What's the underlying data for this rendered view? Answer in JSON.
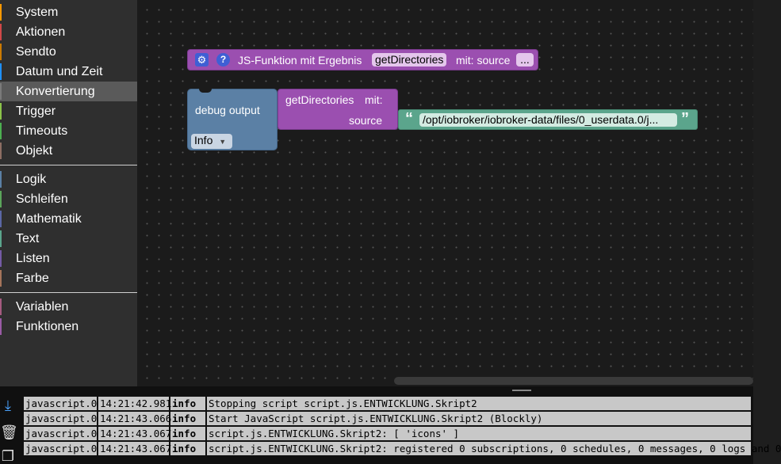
{
  "toolbox": {
    "groups": [
      [
        {
          "label": "System",
          "color": "#ff9800"
        },
        {
          "label": "Aktionen",
          "color": "#d04848"
        },
        {
          "label": "Sendto",
          "color": "#cc7a00"
        },
        {
          "label": "Datum und Zeit",
          "color": "#1e90ff"
        },
        {
          "label": "Konvertierung",
          "color": "#7a7a7a",
          "selected": true
        },
        {
          "label": "Trigger",
          "color": "#8bc34a"
        },
        {
          "label": "Timeouts",
          "color": "#4caf50"
        },
        {
          "label": "Objekt",
          "color": "#8d6e63"
        }
      ],
      [
        {
          "label": "Logik",
          "color": "#5b80a5"
        },
        {
          "label": "Schleifen",
          "color": "#5ba55b"
        },
        {
          "label": "Mathematik",
          "color": "#5b67a5"
        },
        {
          "label": "Text",
          "color": "#5ba58c"
        },
        {
          "label": "Listen",
          "color": "#745ba5"
        },
        {
          "label": "Farbe",
          "color": "#a5745b"
        }
      ],
      [
        {
          "label": "Variablen",
          "color": "#a55b80"
        },
        {
          "label": "Funktionen",
          "color": "#995ba5"
        }
      ]
    ]
  },
  "blocks": {
    "function_def": {
      "label": "JS-Funktion mit Ergebnis",
      "name": "getDirectories",
      "params": "mit: source",
      "more": "...",
      "color": "#9b4fb0"
    },
    "debug": {
      "label": "debug output",
      "level": "Info",
      "color": "#5b80a5"
    },
    "call": {
      "name": "getDirectories",
      "with": "mit:",
      "arg": "source",
      "color": "#9b4fb0"
    },
    "text": {
      "open_quote": "“",
      "value": "/opt/iobroker/iobroker-data/files/0_userdata.0/j...",
      "close_quote": "”",
      "color": "#5ba58c"
    }
  },
  "log": {
    "rows": [
      {
        "source": "javascript.0",
        "time": "14:21:42.981",
        "level": "info",
        "message": "Stopping script script.js.ENTWICKLUNG.Skript2"
      },
      {
        "source": "javascript.0",
        "time": "14:21:43.066",
        "level": "info",
        "message": "Start JavaScript script.js.ENTWICKLUNG.Skript2 (Blockly)"
      },
      {
        "source": "javascript.0",
        "time": "14:21:43.067",
        "level": "info",
        "message": "script.js.ENTWICKLUNG.Skript2: [ 'icons' ]"
      },
      {
        "source": "javascript.0",
        "time": "14:21:43.067",
        "level": "info",
        "message": "script.js.ENTWICKLUNG.Skript2: registered 0 subscriptions, 0 schedules, 0 messages, 0 logs and 0"
      }
    ]
  }
}
